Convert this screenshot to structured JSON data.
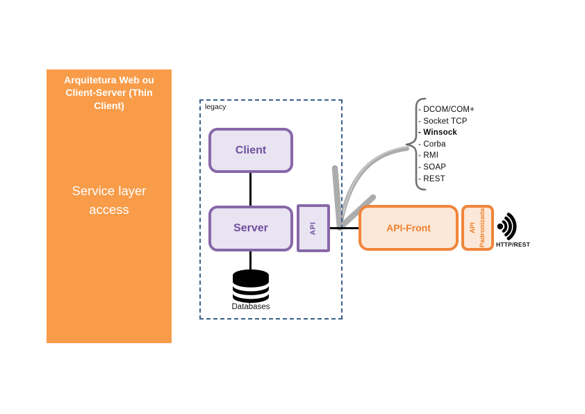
{
  "slide": {
    "sidebar": {
      "title": "Arquitetura Web ou Client-Server (Thin Client)",
      "subtitle": "Service layer access",
      "bg_color": "#F89C49"
    },
    "legacy_group": {
      "label": "legacy",
      "border_color": "#3A6089"
    },
    "boxes": {
      "client": {
        "label": "Client"
      },
      "server": {
        "label": "Server"
      },
      "api": {
        "label": "API"
      },
      "api_front": {
        "label": "API-Front"
      },
      "api_padronizada": {
        "label": "API Padronizada"
      }
    },
    "databases": {
      "label": "Databases"
    },
    "protocols": {
      "items": [
        "- DCOM/COM+",
        "- Socket TCP",
        "- Winsock",
        "- Corba",
        "- RMI",
        "- SOAP",
        "- REST"
      ]
    },
    "endpoint": {
      "label": "HTTP/REST"
    },
    "icons": {
      "databases_icon": "database-stack",
      "signal_icon": "wireless-signal",
      "curved_arrow": "hand-drawn-arrow",
      "brace": "curly-brace"
    },
    "theme": {
      "purple_border": "#8767A8",
      "purple_fill": "#E9E4F1",
      "purple_text": "#6F4FA0",
      "orange_border": "#F0853B",
      "orange_fill": "#FBE8D8",
      "orange_text": "#F0812F",
      "sidebar_orange": "#F89C49",
      "dashed_blue": "#3A6089",
      "arrow_gray": "#ACACAC",
      "black": "#000000"
    }
  }
}
